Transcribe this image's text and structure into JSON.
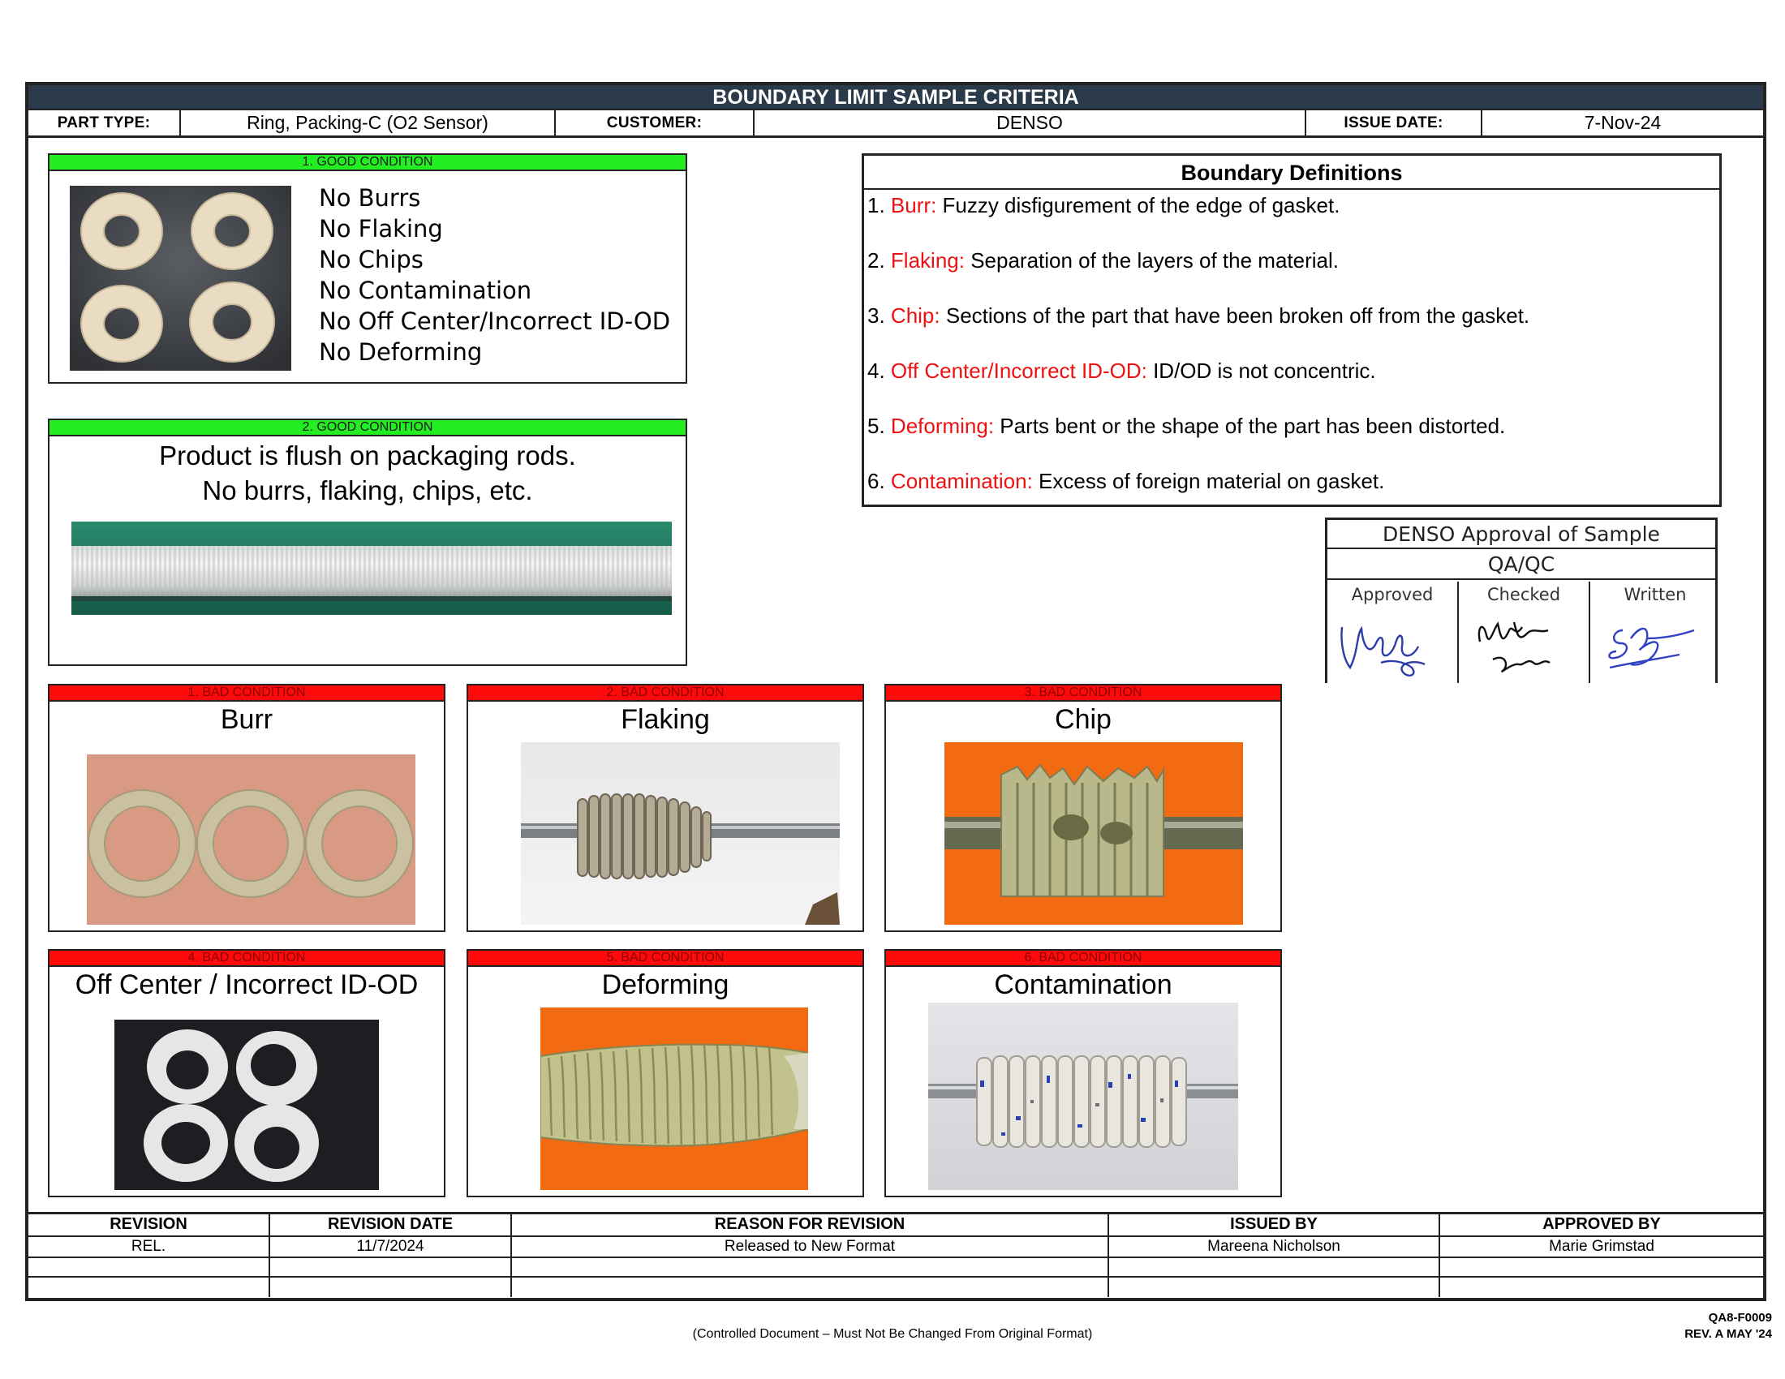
{
  "title": "BOUNDARY LIMIT SAMPLE  CRITERIA",
  "header": {
    "part_type_label": "PART TYPE:",
    "part_type_value": "Ring, Packing-C (O2 Sensor)",
    "customer_label": "CUSTOMER:",
    "customer_value": "DENSO",
    "issue_date_label": "ISSUE DATE:",
    "issue_date_value": "7-Nov-24"
  },
  "good1": {
    "bar": "1. GOOD CONDITION",
    "items": [
      "No Burrs",
      "No Flaking",
      "No Chips",
      "No Contamination",
      "No Off Center/Incorrect ID-OD",
      "No Deforming"
    ]
  },
  "good2": {
    "bar": "2. GOOD CONDITION",
    "line1": "Product is flush on packaging rods.",
    "line2": "No burrs, flaking, chips, etc."
  },
  "definitions": {
    "title": "Boundary Definitions",
    "items": [
      {
        "num": "1. ",
        "term": "Burr:",
        "text": " Fuzzy disfigurement of the edge of gasket."
      },
      {
        "num": "2. ",
        "term": "Flaking:",
        "text": " Separation of the layers of the material."
      },
      {
        "num": "3. ",
        "term": "Chip:",
        "text": " Sections of the part that have been broken off from the gasket."
      },
      {
        "num": "4. ",
        "term": "Off Center/Incorrect ID-OD:",
        "text": " ID/OD is not concentric."
      },
      {
        "num": "5. ",
        "term": "Deforming:",
        "text": " Parts bent or the shape of the part has been distorted."
      },
      {
        "num": "6. ",
        "term": "Contamination:",
        "text": " Excess of foreign material on gasket."
      }
    ]
  },
  "approval": {
    "title": "DENSO Approval of Sample",
    "subtitle": "QA/QC",
    "approved": "Approved",
    "checked": "Checked",
    "written": "Written",
    "signature_text": [
      "Mark B",
      "Mal Ela",
      "S.B."
    ]
  },
  "bad": [
    {
      "bar": "1. BAD CONDITION",
      "title": "Burr"
    },
    {
      "bar": "2. BAD CONDITION",
      "title": "Flaking"
    },
    {
      "bar": "3. BAD CONDITION",
      "title": "Chip"
    },
    {
      "bar": "4. BAD CONDITION",
      "title": "Off Center / Incorrect ID-OD"
    },
    {
      "bar": "5. BAD CONDITION",
      "title": "Deforming"
    },
    {
      "bar": "6. BAD CONDITION",
      "title": "Contamination"
    }
  ],
  "revision_table": {
    "headers": [
      "REVISION",
      "REVISION DATE",
      "REASON FOR REVISION",
      "ISSUED BY",
      "APPROVED BY"
    ],
    "rows": [
      [
        "REL.",
        "11/7/2024",
        "Released to New Format",
        "Mareena Nicholson",
        "Marie Grimstad"
      ]
    ]
  },
  "footer": {
    "note": "(Controlled Document – Must Not Be Changed From Original Format)",
    "form_code": "QA8-F0009",
    "rev": "REV. A MAY '24"
  },
  "colors": {
    "title_bar": "#2b3a4a",
    "good_bar": "#22ee22",
    "bad_bar": "#ff0a0a",
    "definition_term": "#ee1111"
  }
}
